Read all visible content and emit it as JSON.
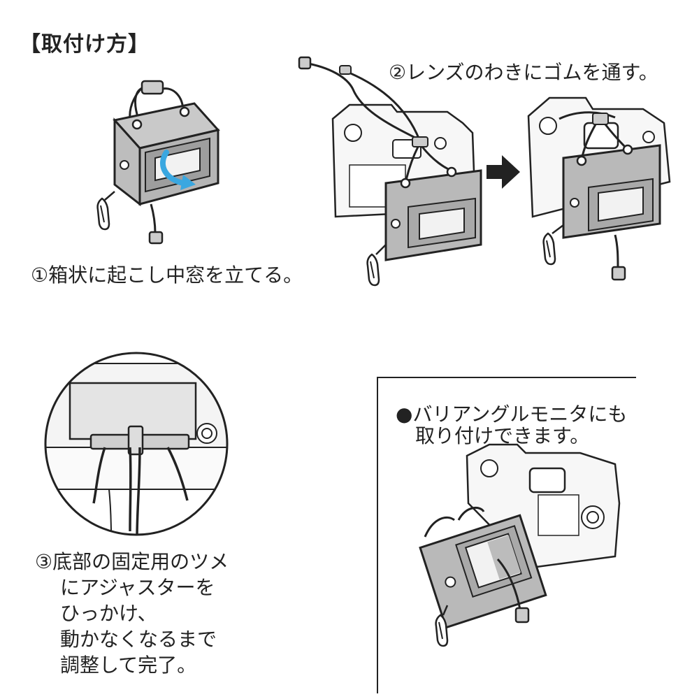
{
  "title": "【取付け方】",
  "steps": [
    {
      "number": "①",
      "text": "箱状に起こし中窓を立てる。"
    },
    {
      "number": "②",
      "text": "レンズのわきにゴムを通す。"
    },
    {
      "number": "③",
      "lines": [
        "底部の固定用のツメ",
        "にアジャスターを",
        "ひっかけ、",
        "動かなくなるまで",
        "調整して完了。"
      ]
    }
  ],
  "note": {
    "bullet": "●",
    "lines": [
      "バリアングルモニタにも",
      "取り付けできます。"
    ]
  },
  "colors": {
    "arrow_curve": "#3aa7e0",
    "hood_gray": "#b8b8b8",
    "outline": "#222222",
    "window": "#f2f2f2"
  },
  "icons": [
    "curved-arrow-icon",
    "right-arrow-icon",
    "carabiner-icon"
  ]
}
